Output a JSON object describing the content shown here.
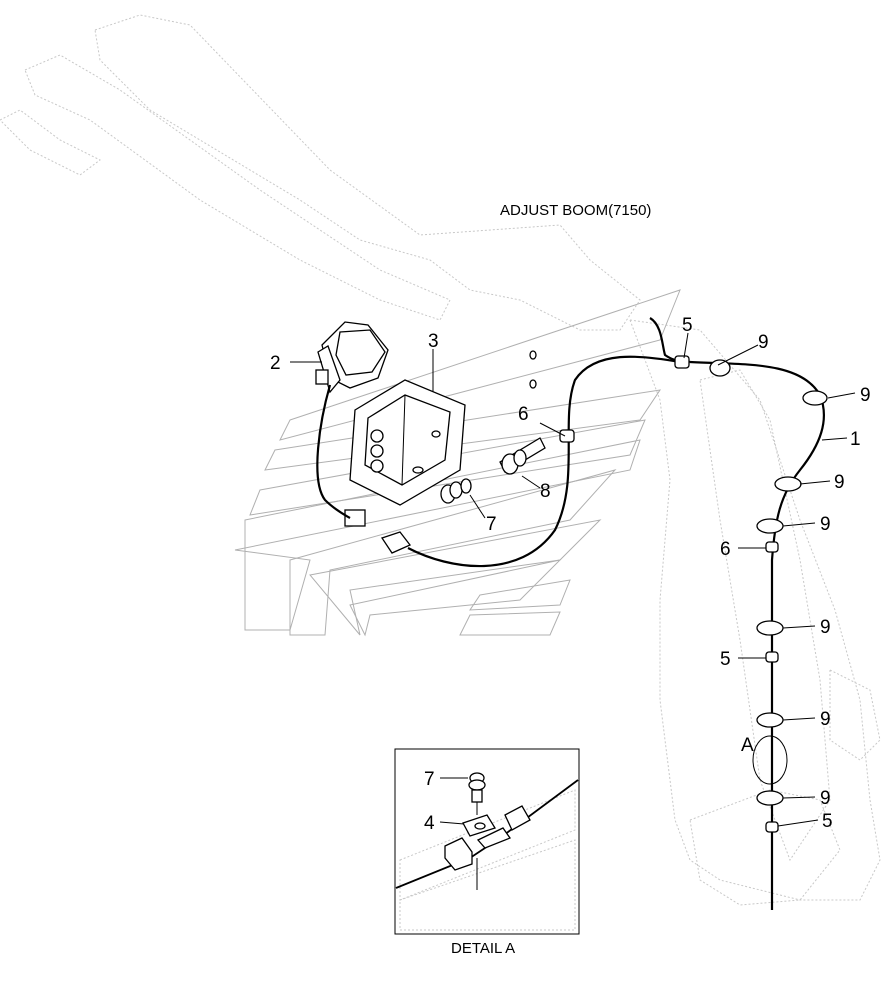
{
  "title": "ADJUST BOOM(7150)",
  "detail_title": "DETAIL  A",
  "detail_ref": "A",
  "callouts": {
    "n1": "1",
    "n2": "2",
    "n3": "3",
    "n4": "4",
    "n5": "5",
    "n6": "6",
    "n7": "7",
    "n8": "8",
    "n9": "9"
  }
}
